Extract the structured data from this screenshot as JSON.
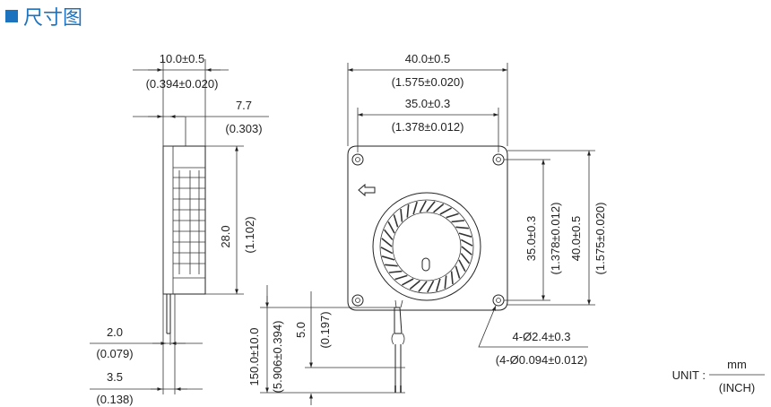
{
  "header": {
    "title": "尺寸图",
    "accent": "#1e73be"
  },
  "side_view": {
    "thickness": {
      "mm": "10.0±0.5",
      "inch": "(0.394±0.020)"
    },
    "offset": {
      "mm": "7.7",
      "inch": "(0.303)"
    },
    "height": {
      "mm": "28.0",
      "inch": "(1.102)"
    },
    "pin_a": {
      "mm": "2.0",
      "inch": "(0.079)"
    },
    "pin_b": {
      "mm": "3.5",
      "inch": "(0.138)"
    }
  },
  "lead": {
    "length": {
      "mm": "150.0±10.0",
      "inch": "(5.906±0.394)"
    },
    "strip": {
      "mm": "5.0",
      "inch": "(0.197)"
    }
  },
  "front_view": {
    "width_outer": {
      "mm": "40.0±0.5",
      "inch": "(1.575±0.020)"
    },
    "width_holes": {
      "mm": "35.0±0.3",
      "inch": "(1.378±0.012)"
    },
    "height_holes": {
      "mm": "35.0±0.3",
      "inch": "(1.378±0.012)"
    },
    "height_outer": {
      "mm": "40.0±0.5",
      "inch": "(1.575±0.020)"
    },
    "holes": {
      "mm": "4-Ø2.4±0.3",
      "inch": "(4-Ø0.094±0.012)"
    }
  },
  "unit": {
    "label": "UNIT :",
    "numerator": "mm",
    "denominator": "(INCH)"
  }
}
